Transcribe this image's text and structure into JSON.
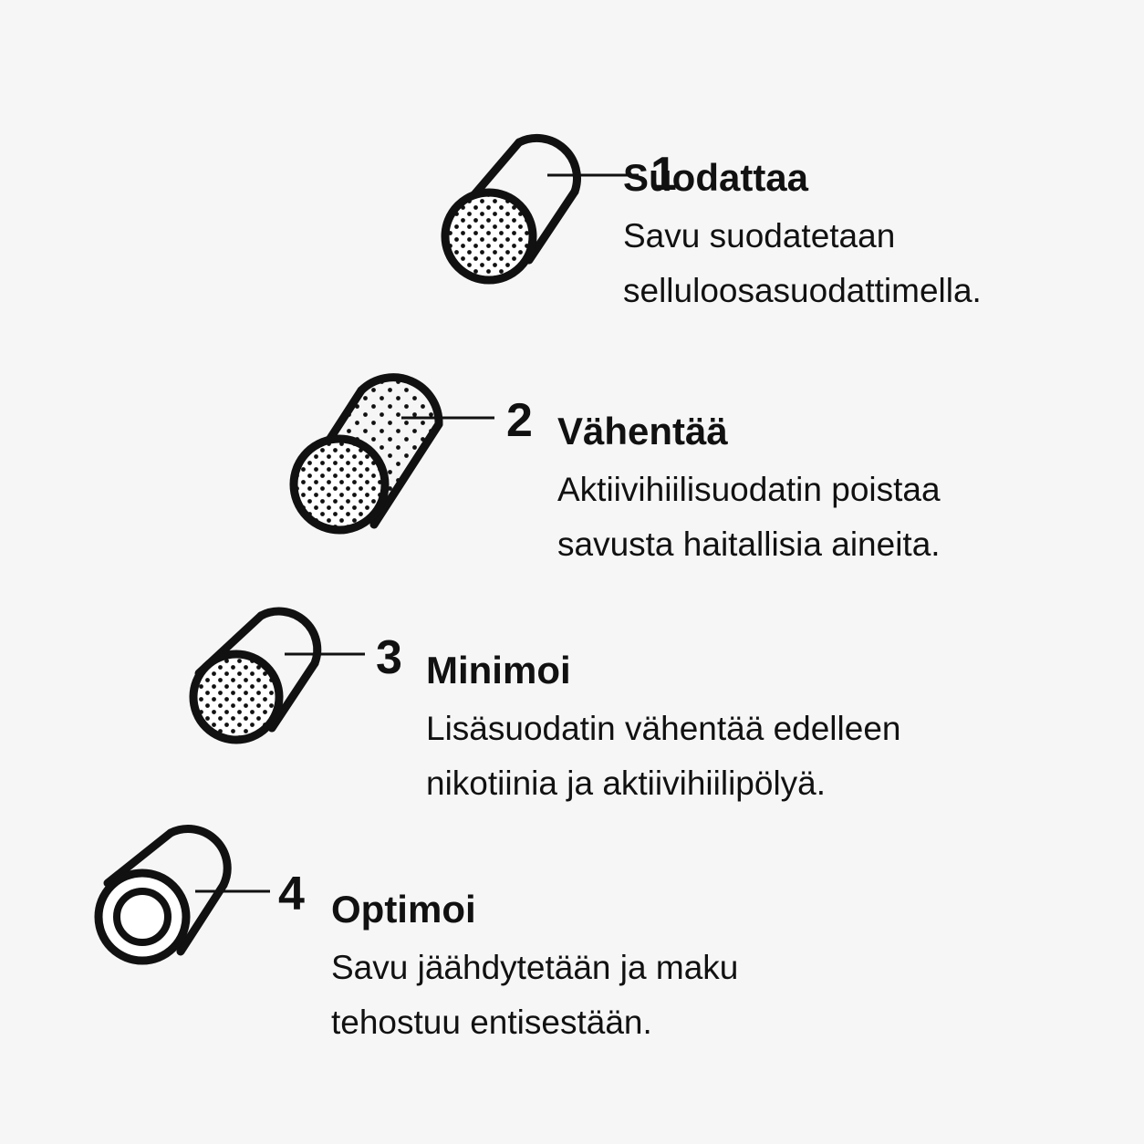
{
  "steps": [
    {
      "number": "1",
      "title": "Suodattaa",
      "desc_line1": "Savu suodatetaan",
      "desc_line2": "selluloosasuodattimella.",
      "icon": "cellulose-filter-icon"
    },
    {
      "number": "2",
      "title": "Vähentää",
      "desc_line1": "Aktiivihiilisuodatin poistaa",
      "desc_line2": "savusta haitallisia aineita.",
      "icon": "activated-carbon-filter-icon"
    },
    {
      "number": "3",
      "title": "Minimoi",
      "desc_line1": "Lisäsuodatin vähentää edelleen",
      "desc_line2": "nikotiinia ja aktiivihiilipölyä.",
      "icon": "additional-filter-icon"
    },
    {
      "number": "4",
      "title": "Optimoi",
      "desc_line1": "Savu jäähdytetään ja maku",
      "desc_line2": "tehostuu entisestään.",
      "icon": "hollow-tube-filter-icon"
    }
  ],
  "colors": {
    "background": "#f6f6f6",
    "ink": "#111111"
  }
}
